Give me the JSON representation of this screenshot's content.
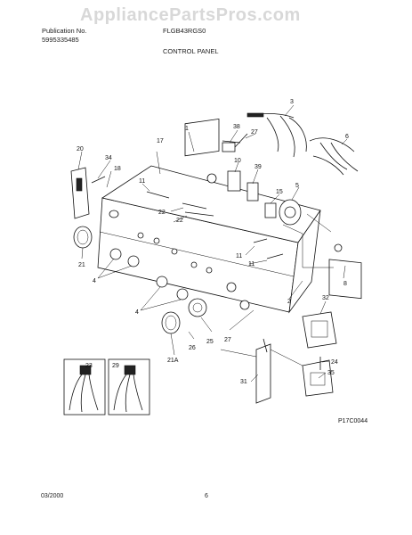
{
  "watermark": "AppliancePartsPros.com",
  "header": {
    "publication_label": "Publication No.",
    "publication_number": "5995335485",
    "model": "FLGB43RGS0",
    "section": "CONTROL PANEL"
  },
  "footer": {
    "date": "03/2000",
    "page": "6"
  },
  "diagram_code": "P17C0044",
  "callouts": {
    "c1": "1",
    "c2": "2",
    "c3": "3",
    "c4a": "4",
    "c4b": "4",
    "c5": "5",
    "c6": "6",
    "c8": "8",
    "c10": "10",
    "c11a": "11",
    "c11b": "11",
    "c11c": "11",
    "c15": "15",
    "c17": "17",
    "c18": "18",
    "c20": "20",
    "c21": "21",
    "c21a": "21A",
    "c22a": "22",
    "c22b": "22",
    "c23": "23",
    "c24": "24",
    "c25": "25",
    "c26": "26",
    "c27a": "27",
    "c27b": "27",
    "c29": "29",
    "c31": "31",
    "c32": "32",
    "c34": "34",
    "c35": "35",
    "c38": "38",
    "c39": "39"
  }
}
